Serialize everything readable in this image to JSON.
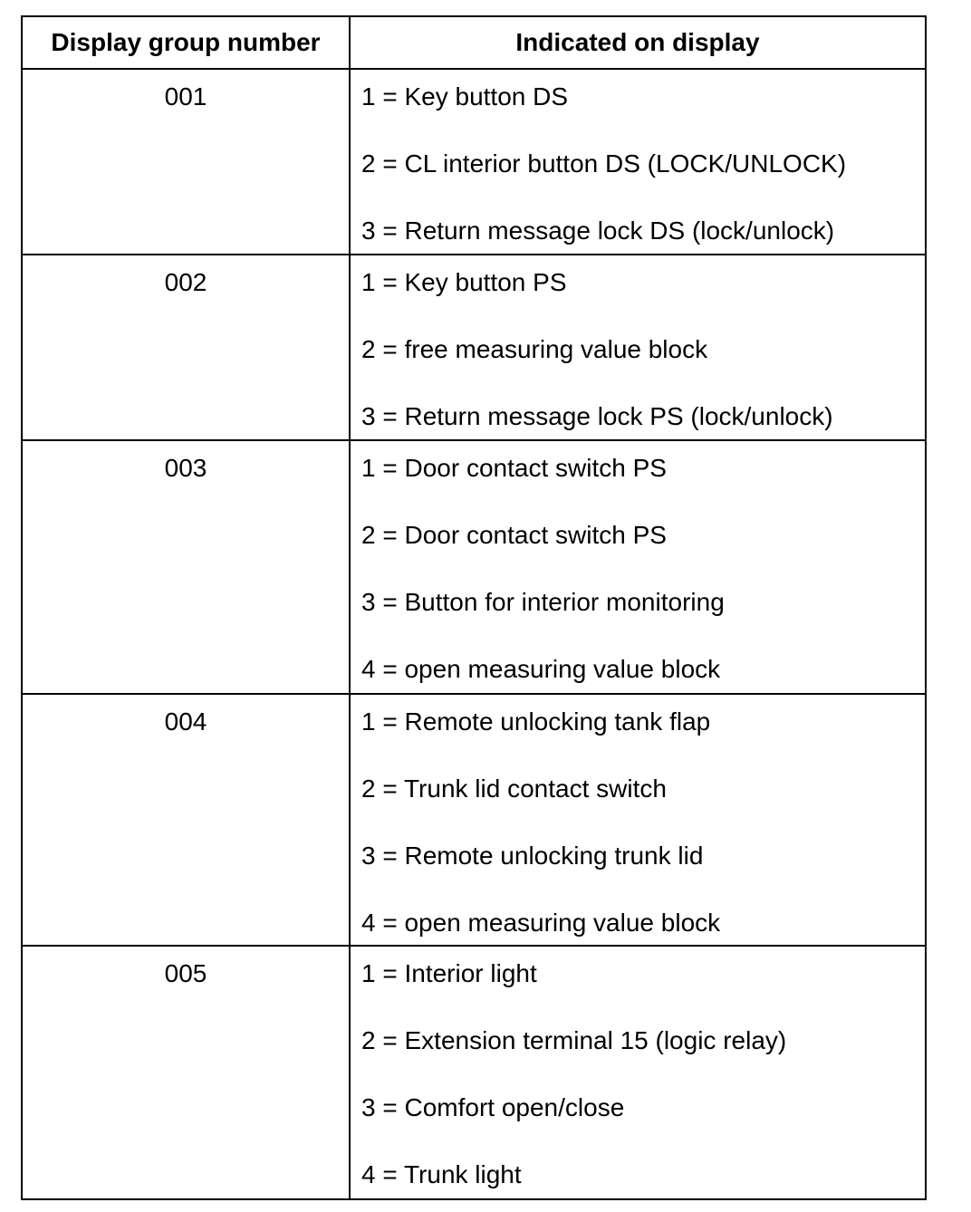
{
  "table": {
    "headers": {
      "group_number": "Display group number",
      "indicated": "Indicated on display"
    },
    "rows": [
      {
        "group": "001",
        "items": [
          "1 = Key button DS",
          "2 = CL interior button DS (LOCK/UNLOCK)",
          "3 = Return message lock DS (lock/unlock)"
        ]
      },
      {
        "group": "002",
        "items": [
          "1 = Key button PS",
          "2 = free measuring value block",
          "3 = Return message lock PS (lock/unlock)"
        ]
      },
      {
        "group": "003",
        "items": [
          "1 = Door contact switch PS",
          "2 = Door contact switch PS",
          "3 = Button for interior monitoring",
          "4 = open measuring value block"
        ]
      },
      {
        "group": "004",
        "items": [
          "1 = Remote unlocking tank flap",
          "2 = Trunk lid contact switch",
          "3 = Remote unlocking trunk lid",
          "4 = open measuring value block"
        ]
      },
      {
        "group": "005",
        "items": [
          "1 = Interior light",
          "2 = Extension terminal 15 (logic relay)",
          "3 = Comfort open/close",
          "4 = Trunk light"
        ]
      }
    ]
  }
}
